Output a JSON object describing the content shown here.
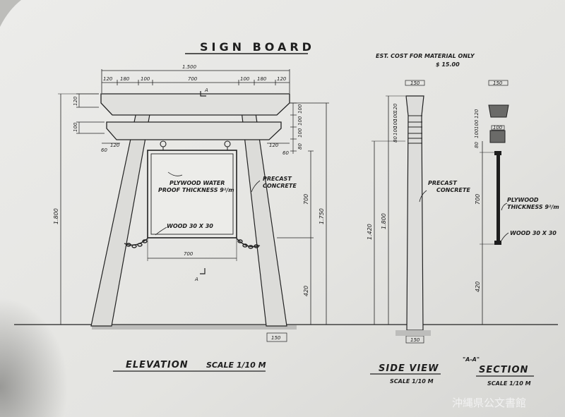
{
  "title": "SIGN BOARD",
  "cost_note": {
    "line1": "EST. COST FOR MATERIAL ONLY",
    "line2": "$ 15.00"
  },
  "elevation": {
    "dims_top": {
      "overall": "1.500",
      "left": [
        "120",
        "180",
        "100"
      ],
      "center": "700",
      "right": [
        "100",
        "180",
        "120"
      ]
    },
    "dims_left": [
      "120",
      "100"
    ],
    "dims_below_beam": [
      "60",
      "120",
      "120",
      "60"
    ],
    "dims_right": [
      "100",
      "100",
      "100",
      "80"
    ],
    "dims_vertical": {
      "total": "1.800",
      "board": "700",
      "overall": "1.750",
      "lower": "420"
    },
    "dim_board_width": "700",
    "dim_foot": "150",
    "labels": {
      "plywood_line1": "PLYWOOD WATER",
      "plywood_line2": "PROOF THICKNESS 9²/m",
      "precast_line1": "PRECAST",
      "precast_line2": "CONCRETE",
      "wood": "WOOD  30 X 30"
    },
    "caption": "ELEVATION",
    "scale": "SCALE  1/10 M"
  },
  "side_view": {
    "dim_top": "150",
    "dim_bottom": "150",
    "dims_small": [
      "120",
      "100",
      "100",
      "100",
      "80"
    ],
    "dims_vertical": {
      "total": "1.800",
      "main": "1.420"
    },
    "labels": {
      "precast_line1": "PRECAST",
      "precast_line2": "CONCRETE"
    },
    "caption": "SIDE VIEW",
    "scale": "SCALE  1/10 M"
  },
  "section": {
    "tag": "\"A-A\"",
    "dim_top": "150",
    "dim_small": "100",
    "dims_small": [
      "120",
      "100",
      "100",
      "80"
    ],
    "dims_vertical": {
      "board": "700",
      "lower": "420"
    },
    "labels": {
      "plywood_line1": "PLYWOOD",
      "plywood_line2": "THICKNESS 9²/m",
      "wood": "WOOD  30 X 30"
    },
    "caption": "SECTION",
    "scale": "SCALE  1/10 M"
  },
  "section_marker": "A",
  "archive_stamp": "沖縄県公文書館"
}
